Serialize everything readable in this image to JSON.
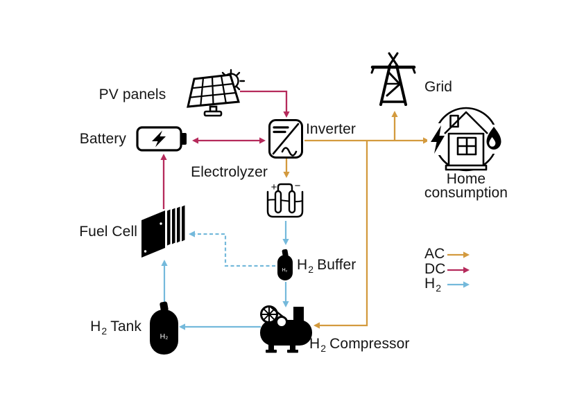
{
  "colors": {
    "ac": "#D39A3E",
    "dc": "#B52A5B",
    "h2": "#74B9DB",
    "ink": "#000000"
  },
  "labels": {
    "pv_panels": "PV panels",
    "battery": "Battery",
    "inverter": "Inverter",
    "grid": "Grid",
    "home_line1": "Home",
    "home_line2": "consumption",
    "electrolyzer": "Electrolyzer",
    "fuel_cell": "Fuel Cell",
    "h2_buffer": {
      "pre": "H",
      "sub": "2",
      "post": "Buffer"
    },
    "h2_tank": {
      "pre": "H",
      "sub": "2",
      "post": "Tank"
    },
    "h2_compressor": {
      "pre": "H",
      "sub": "2",
      "post": "Compressor"
    }
  },
  "legend": {
    "ac": "AC",
    "dc": "DC",
    "h2_pre": "H",
    "h2_sub": "2"
  },
  "icon_text": {
    "plus": "+",
    "minus": "−",
    "tank": "H₂",
    "buffer": "H₂"
  },
  "connections": [
    {
      "from": "pv-panels",
      "to": "inverter",
      "type": "DC"
    },
    {
      "from": "battery",
      "to": "inverter",
      "type": "DC",
      "bidirectional": true
    },
    {
      "from": "fuel-cell",
      "to": "battery",
      "type": "DC"
    },
    {
      "from": "inverter",
      "to": "home-consumption",
      "type": "AC"
    },
    {
      "from": "inverter",
      "to": "grid",
      "type": "AC"
    },
    {
      "from": "inverter",
      "to": "electrolyzer",
      "type": "AC"
    },
    {
      "from": "inverter",
      "to": "h2-compressor",
      "type": "AC"
    },
    {
      "from": "electrolyzer",
      "to": "h2-buffer",
      "type": "H2"
    },
    {
      "from": "h2-buffer",
      "to": "h2-compressor",
      "type": "H2"
    },
    {
      "from": "h2-buffer",
      "to": "fuel-cell",
      "type": "H2",
      "style": "dashed"
    },
    {
      "from": "h2-compressor",
      "to": "h2-tank",
      "type": "H2"
    },
    {
      "from": "h2-tank",
      "to": "fuel-cell",
      "type": "H2"
    }
  ]
}
